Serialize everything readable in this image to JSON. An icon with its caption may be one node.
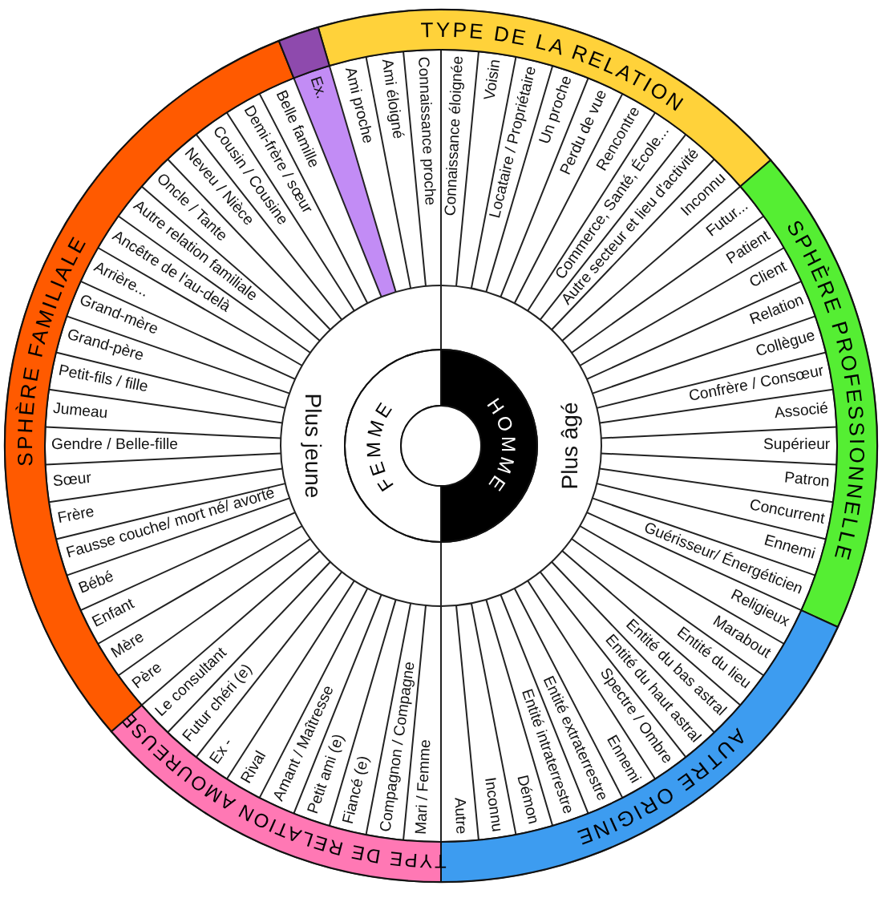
{
  "diagram": {
    "nodes": [
      {
        "text": [
          "TYPE DE LA RELATION"
        ]
      },
      {
        "text": [
          "SPHÈRE PROFESSIONNELLE"
        ]
      },
      {
        "text": [
          "AUTRE ORIGINE"
        ]
      },
      {
        "text": [
          "TYPE DE RELATION AMOUREUSE"
        ]
      },
      {
        "text": [
          "SPHÈRE FAMILIALE"
        ]
      },
      {
        "text": [],
        "shape": "bar"
      },
      {
        "text": [
          "FEMME"
        ]
      },
      {
        "text": [
          "HOMME"
        ]
      }
    ],
    "labels": [
      "Connaissance éloignée",
      "Voisin",
      "Locataire / Propriétaire",
      "Un proche",
      "Perdu de vue",
      "Rencontre",
      "Commerce, Santé, École...",
      "Autre secteur et lieu d'activité",
      "Inconnu",
      "Futur...",
      "Patient",
      "Client",
      "Relation",
      "Collègue",
      "Confrère / Consœur",
      "Associé",
      "Supérieur",
      "Patron",
      "Concurrent",
      "Ennemi",
      "Guérisseur/ Énergéticien",
      "Autre",
      "Inconnu",
      "Démon",
      "Entité intraterrestre",
      "Entité extraterrestre",
      "Ennemi",
      "Spectre / Ombre",
      "Entité du haut astral",
      "Entité du bas astral",
      "Entité du lieu",
      "Marabout",
      "Religieux",
      "Mari / Femme",
      "Compagnon / Compagne",
      "Fiancé (e)",
      "Petit ami (e)",
      "Amant / Maîtresse",
      "Rival",
      "Ex -",
      "Futur chéri (e)",
      "Le consultant",
      "Père",
      "Mère",
      "Enfant",
      "Bébé",
      "Fausse couche/ mort né/ avorté",
      "Frère",
      "Sœur",
      "Gendre / Belle-fille",
      "Jumeau",
      "Petit-fils / fille",
      "Grand-père",
      "Grand-mère",
      "Arrière...",
      "Ancêtre de l'au-delà",
      "Autre relation familiale",
      "Oncle / Tante",
      "Neveu / Nièce",
      "Cousin / Cousine",
      "Demi-frère / sœur",
      "Belle famille",
      "Ex.",
      "Ami proche",
      "Ami éloigné",
      "Connaissance proche",
      "Plus jeune",
      "Plus âgé"
    ]
  }
}
